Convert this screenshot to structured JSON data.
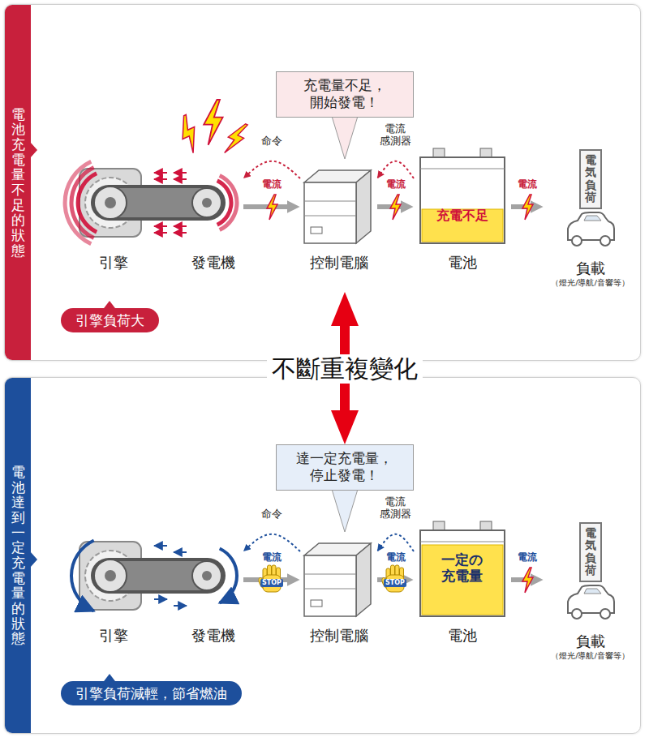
{
  "diagram": {
    "nodes": [
      {
        "text": [
          "電池充電量不足的狀態"
        ]
      },
      {
        "text": [
          "充電量不足， 開始發電！"
        ],
        "in": 0
      },
      {
        "text": [
          "引擎"
        ],
        "in": 0
      },
      {
        "text": [
          "發電機"
        ],
        "in": 0
      },
      {
        "text": [
          "控制電腦"
        ],
        "in": 0
      },
      {
        "text": [
          "充電不足",
          "電池"
        ],
        "in": 0
      },
      {
        "text": [
          "電気負荷",
          "負載",
          "（燈光/導航/音響等）"
        ],
        "in": 0
      },
      {
        "text": [
          "引擎負荷大"
        ],
        "in": 0
      },
      {
        "text": [
          "電池達到一定充電量的狀態"
        ]
      },
      {
        "text": [
          "達一定充電量， 停止發電！"
        ],
        "in": 8
      },
      {
        "text": [
          "引擎"
        ],
        "in": 8
      },
      {
        "text": [
          "發電機"
        ],
        "in": 8
      },
      {
        "text": [
          "控制電腦"
        ],
        "in": 8
      },
      {
        "text": [
          "一定の 充電量",
          "電池"
        ],
        "in": 8
      },
      {
        "text": [
          "電気負荷",
          "負載",
          "（燈光/導航/音響等）"
        ],
        "in": 8
      },
      {
        "text": [
          "引擎負荷減輕，節省燃油"
        ],
        "in": 8
      }
    ],
    "edges": [
      {
        "from": 2,
        "to": 3,
        "arrow": "none"
      },
      {
        "from": 4,
        "to": 3,
        "label": "命令",
        "arrow": "to"
      },
      {
        "from": 3,
        "to": 4,
        "label": "電流",
        "arrow": "to"
      },
      {
        "from": 5,
        "to": 4,
        "label": "電流 感測器",
        "arrow": "to"
      },
      {
        "from": 4,
        "to": 5,
        "label": "電流",
        "arrow": "to"
      },
      {
        "from": 5,
        "to": 6,
        "label": "電流",
        "arrow": "to"
      },
      {
        "from": 10,
        "to": 11,
        "arrow": "none"
      },
      {
        "from": 12,
        "to": 11,
        "label": "命令",
        "arrow": "to"
      },
      {
        "from": 11,
        "to": 12,
        "label": "電流",
        "arrow": "to"
      },
      {
        "from": 13,
        "to": 12,
        "label": "電流 感測器",
        "arrow": "to"
      },
      {
        "from": 12,
        "to": 13,
        "label": "電流",
        "arrow": "to"
      },
      {
        "from": 13,
        "to": 14,
        "label": "電流",
        "arrow": "to"
      }
    ],
    "labels": [
      "不斷重複變化",
      "STOP",
      "STOP"
    ]
  }
}
